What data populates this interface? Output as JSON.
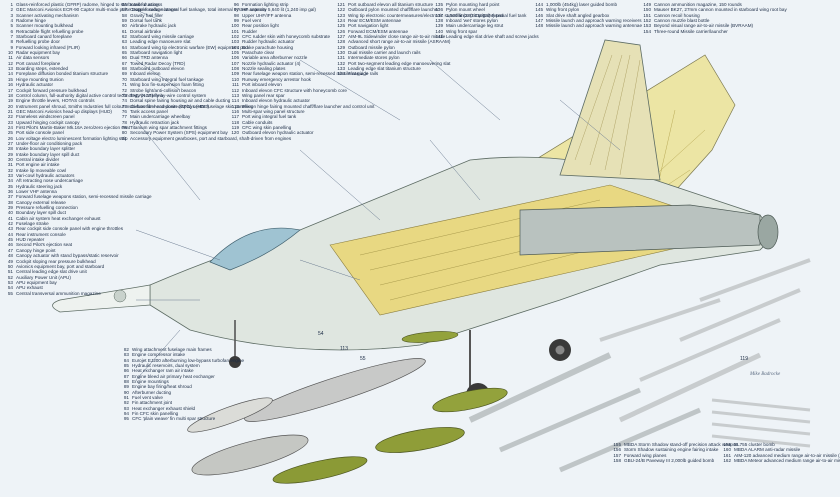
{
  "columns": [
    {
      "items": [
        [
          "1",
          "Glass-reinforced plastic (GFRP) radome, hinged to starboard for access"
        ],
        [
          "2",
          "GEC Marconi Avionics ECR-90 Captor multi-mode pulse Doppler radar scanner"
        ],
        [
          "3",
          "Scanner activating mechanism"
        ],
        [
          "4",
          "Radome hinge"
        ],
        [
          "5",
          "Scanner mounting bulkhead"
        ],
        [
          "6",
          "Retractable flight refuelling probe"
        ],
        [
          "7",
          "Starboard canard foreplane"
        ],
        [
          "8",
          "Refuelling probe door"
        ],
        [
          "9",
          "Forward looking infrared (FLIR)"
        ],
        [
          "10",
          "Radar equipment bay"
        ],
        [
          "11",
          "Air data sensors"
        ],
        [
          "12",
          "Port canard foreplane"
        ],
        [
          "13",
          "Boarding steps, extended"
        ],
        [
          "14",
          "Foreplane diffusion bonded titanium structure"
        ],
        [
          "15",
          "Hinge mounting trunion"
        ],
        [
          "16",
          "Hydraulic actuator"
        ],
        [
          "17",
          "Cockpit forward pressure bulkhead"
        ],
        [
          "18",
          "Control column, full-authority digital active control technology (ACT) fly-by-wire control system"
        ],
        [
          "19",
          "Engine throttle levers, HOTAS controls"
        ],
        [
          "20",
          "Instrument panel shroud, Smiths Industries full colour multi-function head-down displays (HDD)"
        ],
        [
          "21",
          "GEC Marconi Avionics head-up displays (HUD)"
        ],
        [
          "22",
          "Frameless windscreen panel"
        ],
        [
          "23",
          "Upward hinging cockpit canopy"
        ],
        [
          "24",
          "First Pilot's Martin-Baker Mk.16A zero/zero ejection seat"
        ],
        [
          "25",
          "Port side console panel"
        ],
        [
          "26",
          "Low voltage electro luminescent formation lighting strip"
        ],
        [
          "27",
          "Under-floor air conditioning pack"
        ],
        [
          "28",
          "Intake boundary layer splitter"
        ],
        [
          "29",
          "Intake boundary layer spill duct"
        ],
        [
          "30",
          "Central intake divider"
        ],
        [
          "31",
          "Port engine air intake"
        ],
        [
          "32",
          "Intake lip moveable cowl"
        ],
        [
          "33",
          "Vari-cowl hydraulic actuators"
        ],
        [
          "34",
          "Aft retracting nose undercarriage"
        ],
        [
          "35",
          "Hydraulic steering jack"
        ],
        [
          "36",
          "Lower VHF antenna"
        ],
        [
          "37",
          "Forward fuselage weapons station, semi-recessed missile carriage"
        ],
        [
          "38",
          "Canopy external release"
        ],
        [
          "39",
          "Pressure refuelling connection"
        ],
        [
          "40",
          "Boundary layer spill duct"
        ],
        [
          "41",
          "Cabin air system heat exchanger exhaust"
        ],
        [
          "42",
          "Fuselage strake"
        ],
        [
          "43",
          "Rear cockpit side console panel with engine throttles"
        ],
        [
          "44",
          "Rear instrument console"
        ],
        [
          "45",
          "HUD repeater"
        ],
        [
          "46",
          "Second Pilot's ejection seat"
        ],
        [
          "47",
          "Canopy hinge point"
        ],
        [
          "48",
          "Canopy actuator with stand bypass/static reservoir"
        ],
        [
          "49",
          "Cockpit sloping rear pressure bulkhead"
        ],
        [
          "50",
          "Avionics equipment bay, port and starboard"
        ],
        [
          "51",
          "Central leading edge slat drive unit"
        ],
        [
          "52",
          "Auxiliary Power Unit (APU)"
        ],
        [
          "53",
          "APU equipment bay"
        ],
        [
          "54",
          "APU exhaust"
        ],
        [
          "55",
          "Central transversal ammunition magazine"
        ]
      ]
    },
    {
      "items": [
        [
          "56",
          "Intake ducting"
        ],
        [
          "57",
          "Centre fuselage integral fuel tankage, total internal system capacity 5,640 lit (1,240 imp gal)"
        ],
        [
          "58",
          "Gravity fuel filler"
        ],
        [
          "59",
          "Dorsal fuel tank"
        ],
        [
          "60",
          "Airbrake hydraulic jack"
        ],
        [
          "61",
          "Dorsal airbrake"
        ],
        [
          "62",
          "Starboard wing missile carriage"
        ],
        [
          "63",
          "Leading edge manoeuvre slat"
        ],
        [
          "64",
          "Starboard wing tip electronic warfare (EW) equipment pod"
        ],
        [
          "65",
          "Starboard navigation light"
        ],
        [
          "66",
          "Dual TRD antenna"
        ],
        [
          "67",
          "Towed Radar Decoy (TRD)"
        ],
        [
          "68",
          "Starboard outboard elevon"
        ],
        [
          "69",
          "Inboard elevon"
        ],
        [
          "70",
          "Starboard wing integral fuel tankage"
        ],
        [
          "71",
          "Wing box fin-suspension foam fitting"
        ],
        [
          "72",
          "Strobe light/anti-collision beacon"
        ],
        [
          "73",
          "TACAN antenna"
        ],
        [
          "74",
          "Dorsal spine fairing housing air and cable ducting"
        ],
        [
          "75",
          "Carbon-fibre composite (CFC) centre fuselage skin panelling"
        ],
        [
          "76",
          "Tank access panel"
        ],
        [
          "77",
          "Main undercarriage wheelbay"
        ],
        [
          "78",
          "Hydraulic retraction jack"
        ],
        [
          "79",
          "Titanium wing spar attachment fittings"
        ],
        [
          "80",
          "Secondary Power System (SPS) equipment bay"
        ],
        [
          "81",
          "Accessory equipment gearboxes, port and starboard, shaft-driven from engines"
        ],
        [
          "",
          ""
        ],
        [
          "",
          ""
        ],
        [
          "",
          ""
        ],
        [
          "",
          ""
        ],
        [
          "",
          ""
        ],
        [
          "",
          ""
        ],
        [
          "",
          ""
        ],
        [
          "",
          ""
        ],
        [
          "",
          ""
        ],
        [
          "",
          ""
        ],
        [
          "",
          ""
        ],
        [
          "",
          ""
        ],
        [
          "",
          ""
        ],
        [
          "",
          ""
        ],
        [
          "",
          ""
        ],
        [
          "",
          ""
        ],
        [
          "",
          ""
        ],
        [
          "",
          ""
        ],
        [
          "",
          ""
        ],
        [
          "",
          ""
        ],
        [
          "",
          ""
        ],
        [
          "",
          ""
        ],
        [
          "",
          ""
        ],
        [
          "",
          ""
        ],
        [
          "",
          ""
        ],
        [
          "",
          ""
        ],
        [
          "",
          ""
        ],
        [
          "",
          ""
        ],
        [
          "",
          ""
        ],
        [
          "",
          ""
        ]
      ]
    },
    {
      "items": [
        [
          "82",
          "Wing attachment fuselage main frames"
        ],
        [
          "83",
          "Engine compressor intake"
        ],
        [
          "84",
          "Eurojet EJ200 afterburning low-bypass turbofan engine"
        ],
        [
          "85",
          "Hydraulic reservoirs, dual system"
        ],
        [
          "86",
          "Heat exchanger ram air intake"
        ],
        [
          "87",
          "Engine bleed air primary heat exchanger"
        ],
        [
          "88",
          "Engine mountings"
        ],
        [
          "89",
          "Engine bay firing/heat shroud"
        ],
        [
          "90",
          "Afterburner ducting"
        ],
        [
          "91",
          "Fuel vent valve"
        ],
        [
          "92",
          "Fin attachment joint"
        ],
        [
          "93",
          "Heat exchanger exhaust shield"
        ],
        [
          "94",
          "Fin CFC skin panelling"
        ],
        [
          "95",
          "CFC 'plain weave' fin multi spar structure"
        ]
      ]
    },
    {
      "items": [
        [
          "96",
          "Formation lighting strip"
        ],
        [
          "97",
          "HF antenna"
        ],
        [
          "98",
          "Upper UHF/IFF antenna"
        ],
        [
          "99",
          "Fuel vent"
        ],
        [
          "100",
          "Rear position light"
        ],
        [
          "101",
          "Rudder"
        ],
        [
          "102",
          "CFC rudder skin with honeycomb substrate"
        ],
        [
          "103",
          "Rudder hydraulic actuator"
        ],
        [
          "104",
          "Brake parachute housing"
        ],
        [
          "105",
          "Parachute clear"
        ],
        [
          "106",
          "Variable area afterburner nozzle"
        ],
        [
          "107",
          "Nozzle hydraulic actuator (4)"
        ],
        [
          "108",
          "Nozzle sealing plates"
        ],
        [
          "109",
          "Rear fuselage weapon station, semi-recessed missile carriage"
        ],
        [
          "110",
          "Runway emergency arrestor hook"
        ],
        [
          "111",
          "Port inboard elevon"
        ],
        [
          "112",
          "Inboard elevon CFC structure with honeycomb core"
        ],
        [
          "113",
          "Wing panel rear spar"
        ],
        [
          "114",
          "Inboard elevon hydraulic actuator"
        ],
        [
          "115",
          "Elevon hinge fairing mounted chaff/flare launcher and control unit"
        ],
        [
          "116",
          "Multi-spar wing panel structure"
        ],
        [
          "117",
          "Port wing integral fuel tank"
        ],
        [
          "118",
          "Cable conduits"
        ],
        [
          "119",
          "CFC wing skin panelling"
        ],
        [
          "120",
          "Outboard elevon hydraulic actuator"
        ]
      ]
    },
    {
      "items": [
        [
          "121",
          "Port outboard elevon all titanium structure"
        ],
        [
          "122",
          "Outboard pylon mounted chaff/flare launcher"
        ],
        [
          "123",
          "Wing tip electronic countermeasures/electronic surveillance (ECM/ESM) pod"
        ],
        [
          "124",
          "Rear ECM/ESM antennae"
        ],
        [
          "125",
          "Port navigation light"
        ],
        [
          "126",
          "Forward ECM/ESM antennae"
        ],
        [
          "127",
          "AIM-9L Sidewinder close range air-to-air missile"
        ],
        [
          "128",
          "Advanced short range air-to-air missile (ASRAAM)"
        ],
        [
          "129",
          "Outboard missile pylon"
        ],
        [
          "130",
          "Dual missile carrier and launch rails"
        ],
        [
          "131",
          "Intermediate stores pylon"
        ],
        [
          "132",
          "Port two-segment leading edge manoeuvering slat"
        ],
        [
          "133",
          "Leading edge slat titanium structure"
        ],
        [
          "134",
          "Slat guide rails"
        ]
      ]
    },
    {
      "items": [
        [
          "135",
          "Pylon mounting hard point"
        ],
        [
          "136",
          "Pylon mount wheel"
        ],
        [
          "137",
          "1,500 lit (330 imp gal) external fuel tank"
        ],
        [
          "138",
          "Inboard 'wet' stores pylon"
        ],
        [
          "139",
          "Main undercarriage leg strut"
        ],
        [
          "140",
          "Wing front spar"
        ],
        [
          "141",
          "Leading edge slat drive shaft and screw jacks"
        ]
      ]
    },
    {
      "items": [
        [
          "144",
          "1,000lb (454kg) laser guided bomb"
        ],
        [
          "145",
          "Wing front pylon"
        ],
        [
          "146",
          "Slat drive shaft angled gearbox"
        ],
        [
          "147",
          "Missile launch and approach warning receivers"
        ],
        [
          "148",
          "Missile launch and approach warning antennae"
        ]
      ]
    },
    {
      "items": [
        [
          "149",
          "Cannon ammunition magazine, 150 rounds"
        ],
        [
          "150",
          "Mauser BK27, 27mm cannon mounted in starboard wing root bay"
        ],
        [
          "151",
          "Cannon recoil housing"
        ],
        [
          "152",
          "Cannon muzzle blast bottle"
        ],
        [
          "153",
          "Beyond visual range air-to-air missile (BVRAAM)"
        ],
        [
          "154",
          "Three-round Missile carrier/launcher"
        ]
      ]
    }
  ],
  "bottom_legend": [
    {
      "items": [
        [
          "155",
          "MBDA Storm Shadow stand-off precision attack weapon"
        ],
        [
          "156",
          "Storm Shadow sustaining engine fairing intake"
        ],
        [
          "157",
          "Forward wing planes"
        ],
        [
          "158",
          "GBU-24/B Paveway III 2,000lb guided bomb"
        ]
      ]
    },
    {
      "items": [
        [
          "159",
          "BL755 cluster bomb"
        ],
        [
          "160",
          "MBDA ALARM anti-radar missile"
        ],
        [
          "161",
          "AIM-120 advanced medium range air-to-air missile (AMRAAM)"
        ],
        [
          "162",
          "MBDA Meteor advanced medium range air-to-air missile"
        ]
      ]
    }
  ],
  "callouts": [
    "54",
    "113",
    "55",
    "119"
  ],
  "artist_note": "Mike Badrocke"
}
